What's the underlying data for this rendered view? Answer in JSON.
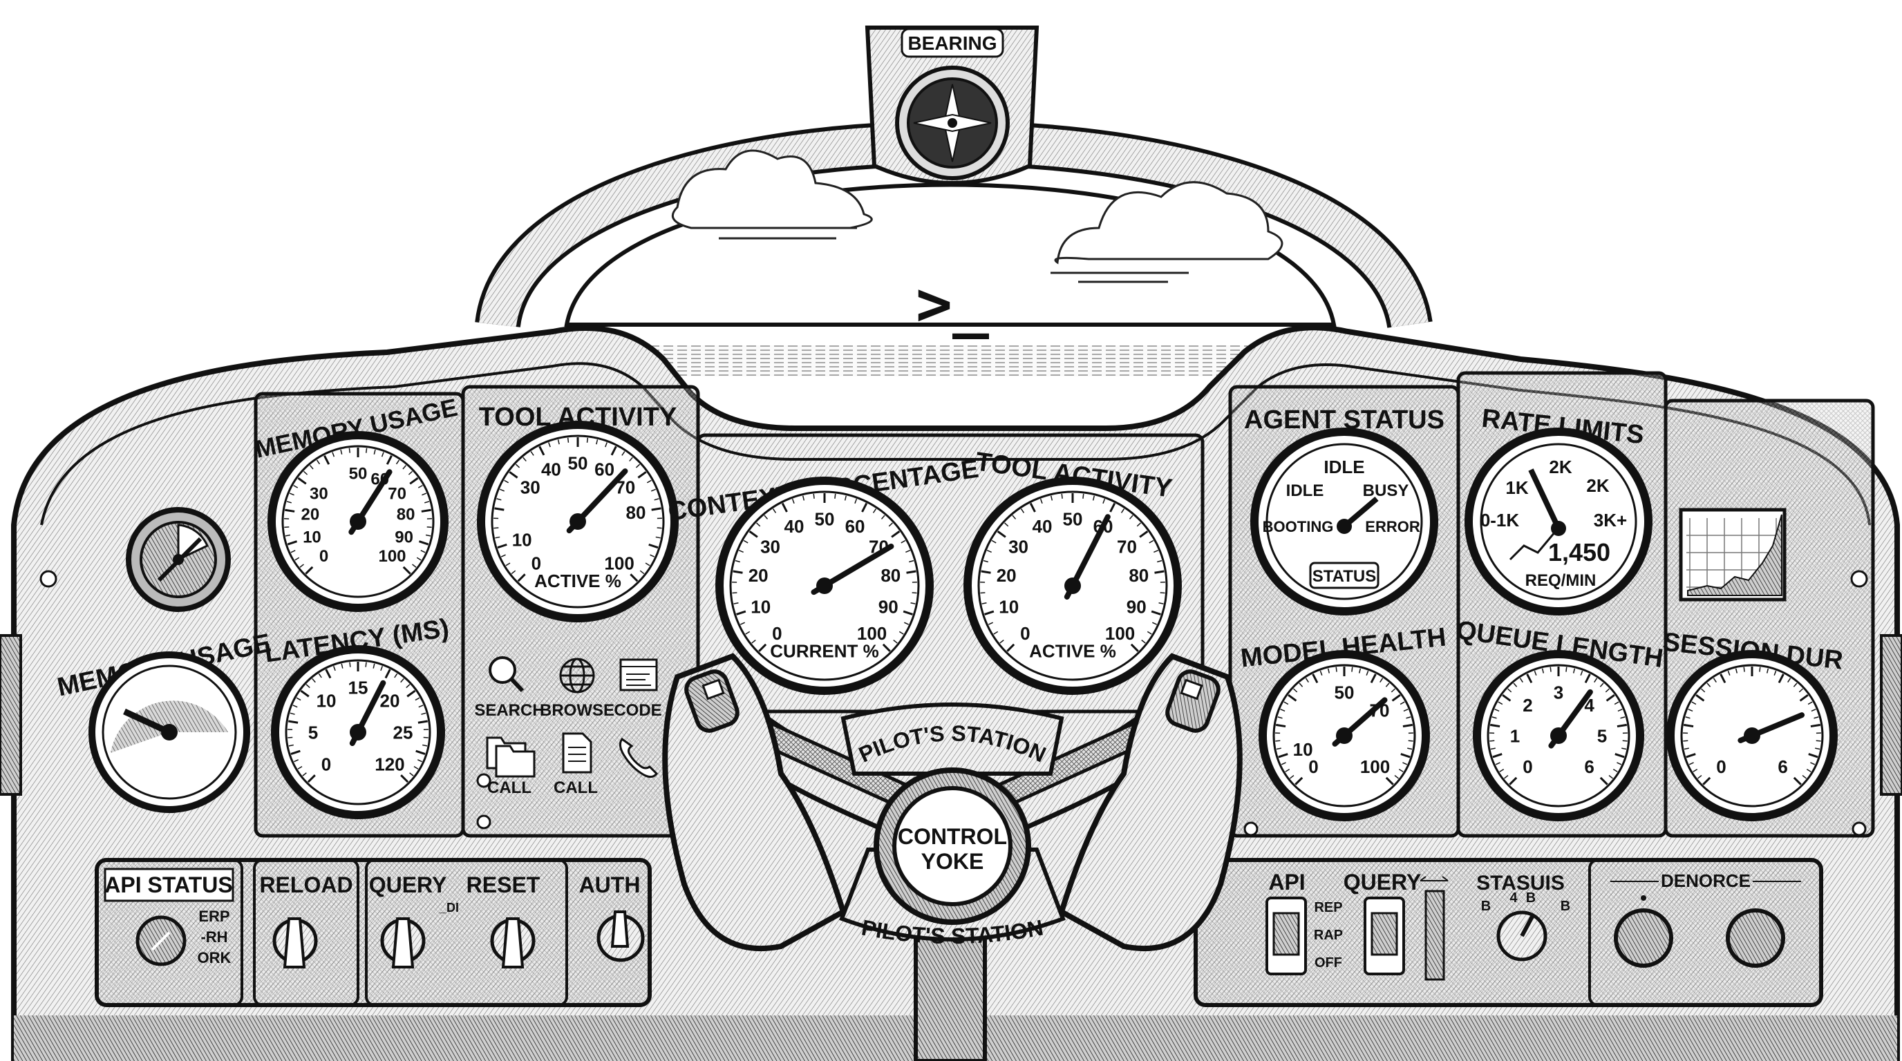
{
  "colors": {
    "ink": "#111111",
    "paper": "#ffffff",
    "panel": "#ececec",
    "shade": "#bdbdbd"
  },
  "top": {
    "bearing_label": "BEARING",
    "prompt_symbol": ">_"
  },
  "gauges": [
    {
      "id": "memory-usage-1",
      "title": "MEMORY USAGE",
      "ticks": [
        "0",
        "10",
        "20",
        "30",
        "50",
        "60",
        "70",
        "80",
        "90",
        "100"
      ],
      "value": 62,
      "subtitle": "",
      "min": 0,
      "max": 100
    },
    {
      "id": "tool-activity-1",
      "title": "TOOL ACTIVITY",
      "ticks": [
        "0",
        "10",
        "30",
        "40",
        "50",
        "60",
        "70",
        "80",
        "100"
      ],
      "value": 66,
      "subtitle": "ACTIVE %",
      "min": 0,
      "max": 100
    },
    {
      "id": "context-percentage",
      "title": "CONTEXT PERCENTAGE",
      "ticks": [
        "0",
        "10",
        "20",
        "30",
        "40",
        "50",
        "60",
        "70",
        "80",
        "90",
        "100"
      ],
      "value": 72,
      "subtitle": "CURRENT %",
      "min": 0,
      "max": 100
    },
    {
      "id": "tool-activity-2",
      "title": "TOOL ACTIVITY",
      "ticks": [
        "0",
        "10",
        "20",
        "30",
        "40",
        "50",
        "60",
        "70",
        "80",
        "90",
        "100"
      ],
      "value": 60,
      "subtitle": "ACTIVE %",
      "min": 0,
      "max": 100
    },
    {
      "id": "latency-ms",
      "title": "LATENCY (MS)",
      "ticks": [
        "0",
        "5",
        "10",
        "15",
        "20",
        "25",
        "120"
      ],
      "value": 18,
      "subtitle": "",
      "min": 0,
      "max": 30
    },
    {
      "id": "model-health",
      "title": "MODEL HEALTH",
      "ticks": [
        "0",
        "10",
        "50",
        "70",
        "100"
      ],
      "value": 68,
      "subtitle": "",
      "min": 0,
      "max": 100
    },
    {
      "id": "queue-length",
      "title": "QUEUE LENGTH",
      "ticks": [
        "0",
        "1",
        "2",
        "3",
        "4",
        "5",
        "6"
      ],
      "value": 3.8,
      "subtitle": "",
      "min": 0,
      "max": 6
    },
    {
      "id": "session-dur",
      "title": "SESSION DUR",
      "ticks": [
        "0",
        "6"
      ],
      "value": 4.5,
      "subtitle": "",
      "min": 0,
      "max": 6
    }
  ],
  "memory_usage_2": {
    "title": "MEMORY USAGE"
  },
  "agent_status": {
    "title": "AGENT STATUS",
    "states": [
      "IDLE",
      "IDLE",
      "BUSY",
      "BOOTING",
      "ERROR"
    ],
    "button": "STATUS",
    "current": "BUSY"
  },
  "rate_limits": {
    "title": "RATE LIMITS",
    "ticks": [
      "0-1K",
      "1K",
      "2K",
      "2K",
      "3K+"
    ],
    "readout": "1,450",
    "unit": "REQ/MIN"
  },
  "tools": [
    {
      "label": "SEARCH",
      "icon": "magnifier-icon"
    },
    {
      "label": "BROWSE",
      "icon": "globe-icon"
    },
    {
      "label": "CODE",
      "icon": "code-window-icon"
    },
    {
      "label": "CALL",
      "icon": "folders-icon"
    },
    {
      "label": "CALL",
      "icon": "document-icon"
    },
    {
      "label": "",
      "icon": "phone-icon"
    }
  ],
  "yoke": {
    "center_line1": "CONTROL",
    "center_line2": "YOKE",
    "arc_top": "PILOT'S STATION",
    "arc_bottom": "PILOT'S STATION"
  },
  "bottom_left": {
    "api_status": {
      "label": "API STATUS",
      "positions": [
        "ERP",
        "-RH",
        "ORK"
      ]
    },
    "reload": {
      "label": "RELOAD"
    },
    "query": {
      "label": "QUERY",
      "note": "_DI"
    },
    "reset": {
      "label": "RESET"
    },
    "auth": {
      "label": "AUTH"
    }
  },
  "bottom_right": {
    "api": {
      "label": "API",
      "positions": [
        "REP",
        "RAP",
        "OFF"
      ]
    },
    "query": {
      "label": "QUERY"
    },
    "status": {
      "label": "STASUIS",
      "marks": [
        "B",
        "4",
        "B",
        "B"
      ]
    },
    "denorce": {
      "label": "DENORCE"
    }
  }
}
